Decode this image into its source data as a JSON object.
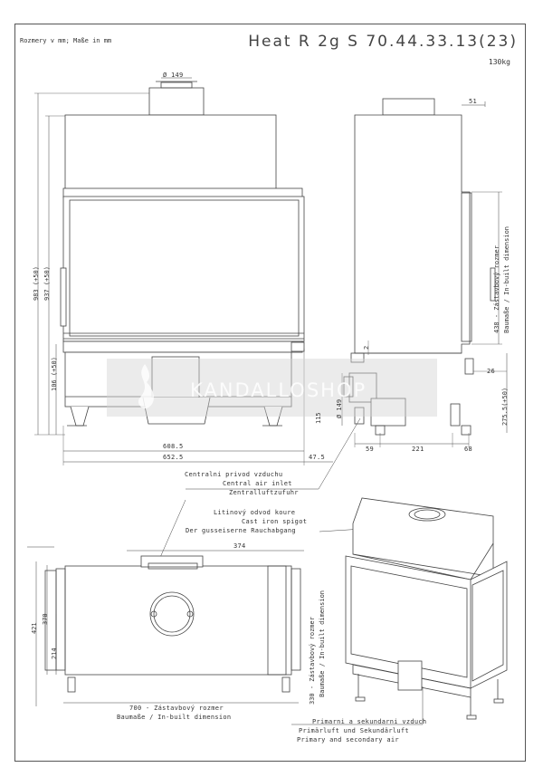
{
  "header": {
    "units": "Rozmery v mm; Maße in mm",
    "title": "Heat R 2g S 70.44.33.13(23)",
    "weight": "130kg"
  },
  "front_view": {
    "dim_flue": "Ø 149",
    "dim_height_total": "983 (+50)",
    "dim_height_body": "937 (+50)",
    "dim_height_legs": "106 (+50)",
    "dim_width_inner": "608.5",
    "dim_width_outer": "652.5",
    "dim_offset": "47.5"
  },
  "side_view": {
    "dim_top": "51",
    "dim_builtin": "438 - Zástavbový rozmer",
    "dim_builtin_de": "Baumaße / In-built dimension",
    "dim_spigot": "Ø 149",
    "dim_spigot_h": "115",
    "dim_small": "2",
    "dim_26": "26",
    "dim_275": "275.5(+50)",
    "dim_59": "59",
    "dim_221": "221",
    "dim_68": "68"
  },
  "callouts": {
    "air_inlet": [
      "Centralni privod vzduchu",
      "Central air inlet",
      "Zentralluftzufuhr"
    ],
    "spigot": [
      "Litinový odvod koure",
      "Cast iron spigot",
      "Der gusseiserne Rauchabgang"
    ],
    "secondary_air": [
      "Primarni a sekundarni vzduch",
      "Primärluft und Sekundärluft",
      "Primary and secondary air"
    ]
  },
  "plan_view": {
    "dim_374": "374",
    "dim_421": "421",
    "dim_370": "370",
    "dim_214": "214",
    "dim_700": "700 - Zástavbový rozmer",
    "dim_700_de": "Baumaße / In-built dimension",
    "dim_330": "330 - Zástavbový rozmer",
    "dim_330_de": "Baumaße / In-built dimension"
  },
  "watermark": "KANDALLOSHOP"
}
